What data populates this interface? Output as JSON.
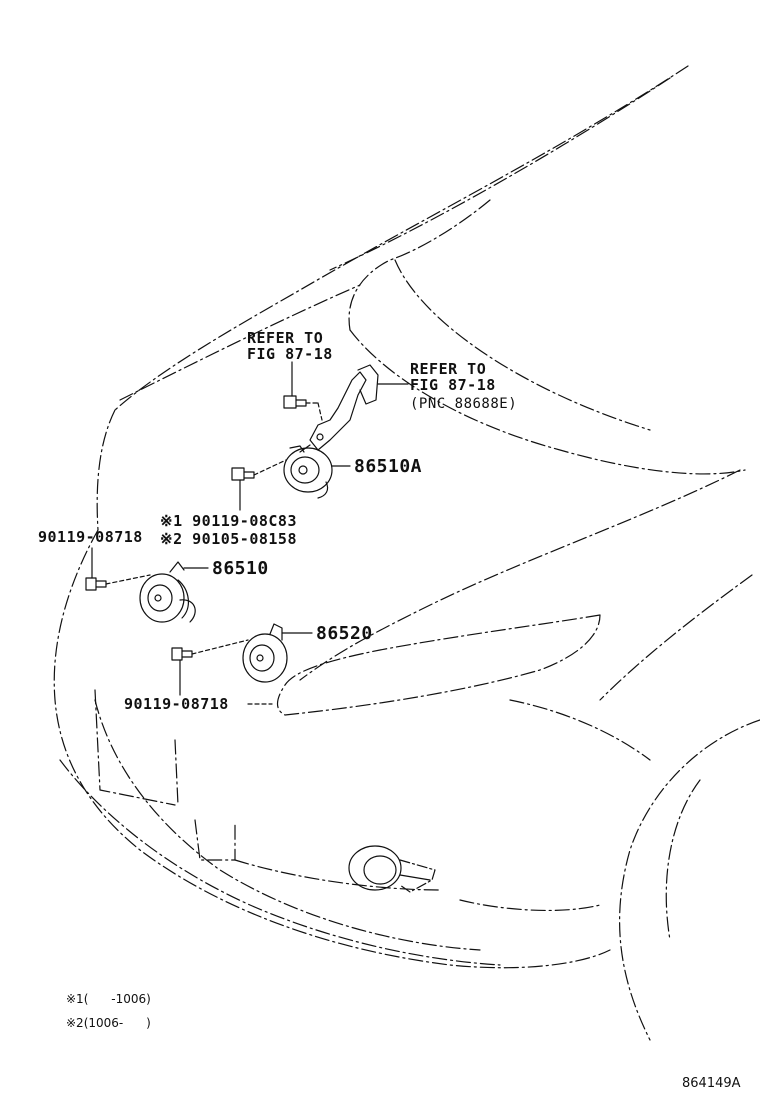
{
  "callouts": {
    "refer_left_1": "REFER TO",
    "refer_left_2": "FIG 87-18",
    "refer_right_1": "REFER TO",
    "refer_right_2": "FIG 87-18",
    "refer_right_3": "(PNC 88688E)",
    "part_86510A": "86510A",
    "part_86510": "86510",
    "part_86520": "86520",
    "bolt_alt_1": "※1 90119-08C83",
    "bolt_alt_2": "※2 90105-08158",
    "bolt_left": "90119-08718",
    "bolt_lower": "90119-08718"
  },
  "notes": {
    "note_1": "※1(      -1006)",
    "note_2": "※2(1006-      )"
  },
  "figure_code": "864149A"
}
